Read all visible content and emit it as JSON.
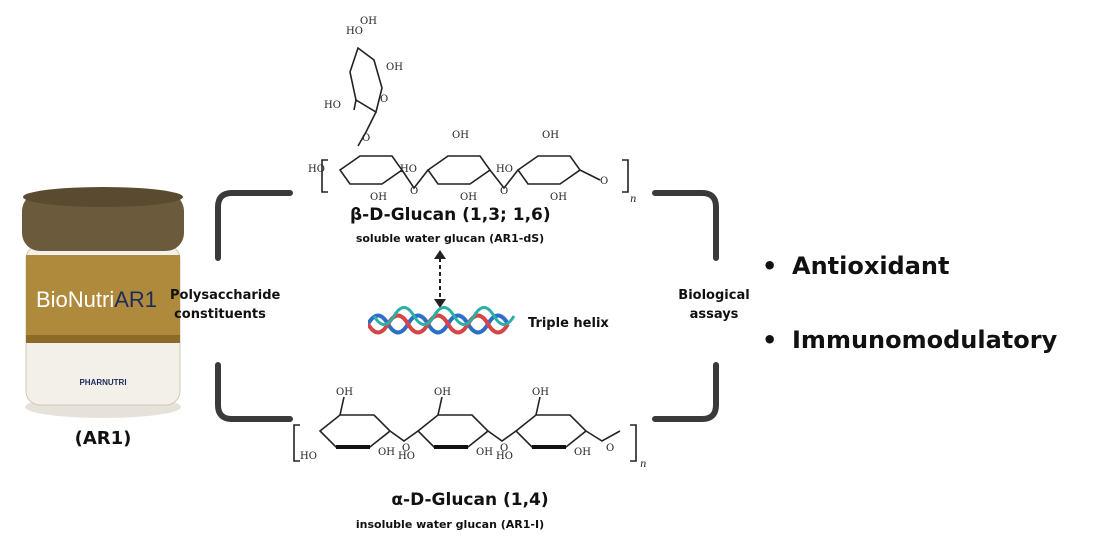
{
  "product": {
    "label": "(AR1)",
    "brand_text": "BioNutri",
    "brand_suffix": "AR1",
    "maker_text": "PHARNUTRI",
    "colors": {
      "lid": "#6b5a3c",
      "band": "#b08a3c",
      "body": "#f3f0ea"
    }
  },
  "left_connector": {
    "line1": "Polysaccharide",
    "line2": "constituents"
  },
  "right_connector": {
    "line1": "Biological",
    "line2": "assays"
  },
  "beta_glucan": {
    "title": "β-D-Glucan (1,3; 1,6)",
    "subtitle": "soluble water glucan (AR1-dS)"
  },
  "alpha_glucan": {
    "title": "α-D-Glucan (1,4)",
    "subtitle": "insoluble water glucan  (AR1-I)"
  },
  "helix": {
    "label": "Triple helix",
    "colors": [
      "#2a6fc9",
      "#d64545",
      "#2bb0a8"
    ]
  },
  "chem_labels": {
    "oh": "OH",
    "ho": "HO",
    "o": "O",
    "n": "n"
  },
  "outcomes": {
    "bullet": "•",
    "items": [
      "Antioxidant",
      "Immunomodulatory"
    ]
  },
  "colors": {
    "bracket": "#3a3a3a"
  }
}
